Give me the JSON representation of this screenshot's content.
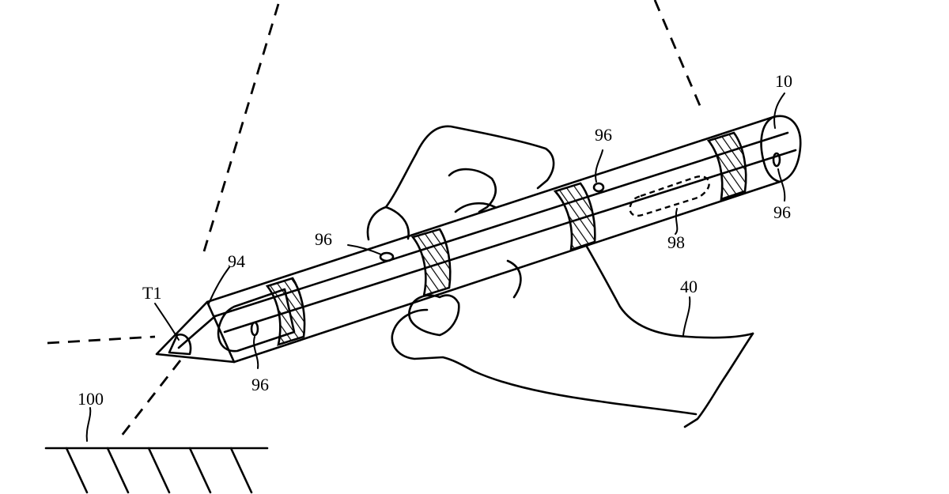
{
  "figure": {
    "labels": {
      "stylus": "10",
      "hand": "40",
      "tip_sensor": "94",
      "tip_point": "T1",
      "surface": "100",
      "touch_sensor": "98",
      "sensor_96_a": "96",
      "sensor_96_b": "96",
      "sensor_96_c": "96",
      "sensor_96_d": "96"
    }
  }
}
